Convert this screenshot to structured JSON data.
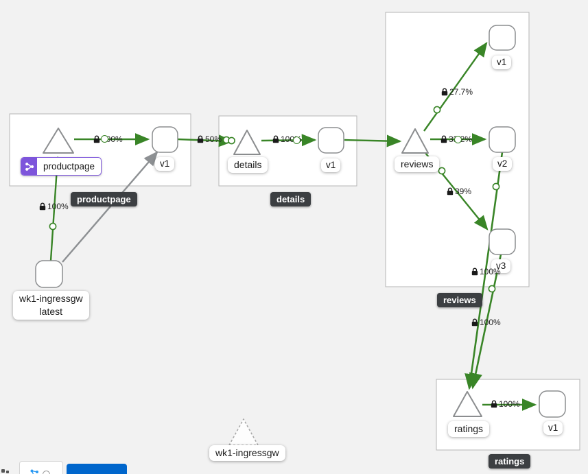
{
  "app": {
    "view": "traffic-graph"
  },
  "groups": [
    {
      "label": "productpage"
    },
    {
      "label": "details"
    },
    {
      "label": "reviews"
    },
    {
      "label": "ratings"
    }
  ],
  "nodes": {
    "productpage_service": {
      "label": "productpage",
      "badge": "virtual-service"
    },
    "productpage_v1": {
      "label": "v1"
    },
    "details_service": {
      "label": "details"
    },
    "details_v1": {
      "label": "v1"
    },
    "reviews_service": {
      "label": "reviews"
    },
    "reviews_v1": {
      "label": "v1"
    },
    "reviews_v2": {
      "label": "v2"
    },
    "reviews_v3": {
      "label": "v3"
    },
    "ratings_service": {
      "label": "ratings"
    },
    "ratings_v1": {
      "label": "v1"
    },
    "ingress_workload": {
      "label": "wk1-ingressgw",
      "version": "latest"
    },
    "idle_node": {
      "label": "wk1-ingressgw"
    }
  },
  "edges": [
    {
      "from": "wk1-ingressgw",
      "to": "productpage",
      "label": "100%",
      "secure": true
    },
    {
      "from": "wk1-ingressgw",
      "to": "productpage-v1",
      "label": "",
      "secure": false
    },
    {
      "from": "productpage",
      "to": "productpage-v1",
      "label": "100%",
      "secure": true
    },
    {
      "from": "productpage-v1",
      "to": "details",
      "label": "50%",
      "secure": true
    },
    {
      "from": "details",
      "to": "details-v1",
      "label": "100%",
      "secure": true
    },
    {
      "from": "details-v1",
      "to": "reviews",
      "label": "",
      "secure": false
    },
    {
      "from": "reviews",
      "to": "reviews-v1",
      "label": "27.7%",
      "secure": true
    },
    {
      "from": "reviews",
      "to": "reviews-v2",
      "label": "33.2%",
      "secure": true
    },
    {
      "from": "reviews",
      "to": "reviews-v3",
      "label": "39%",
      "secure": true
    },
    {
      "from": "reviews-v2",
      "to": "ratings",
      "label": "100%",
      "secure": true
    },
    {
      "from": "reviews-v3",
      "to": "ratings",
      "label": "100%",
      "secure": true
    },
    {
      "from": "ratings",
      "to": "ratings-v1",
      "label": "100%",
      "secure": true
    }
  ],
  "colors": {
    "edge_green": "#398527",
    "edge_gray": "#8d9093",
    "node_border": "#8b8d8f",
    "group_border": "#b5b5b5",
    "badge_dark_bg": "#3c3f42",
    "virtual_service_purple": "#7d55db",
    "toolbar_primary_blue": "#0066cc",
    "background": "#f2f2f2"
  },
  "icons": {
    "lock": "mtls-secured-lock",
    "waypoint": "edge-waypoint-circle",
    "branch": "virtual-service-branch"
  }
}
